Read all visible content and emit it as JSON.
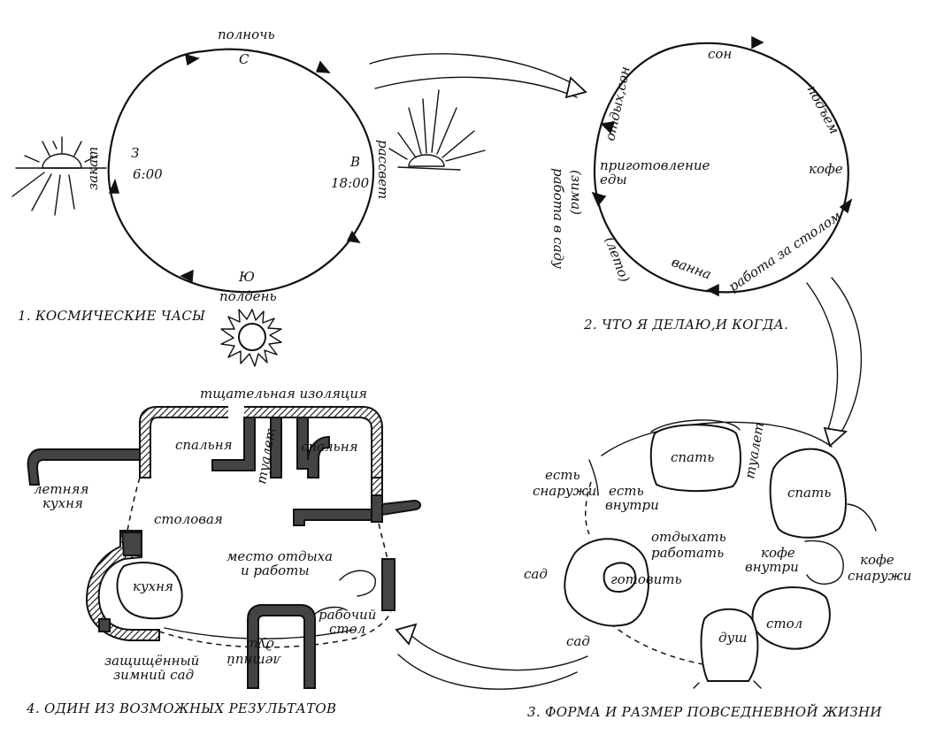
{
  "panel1": {
    "caption": "1. КОСМИЧЕСКИЕ ЧАСЫ",
    "midnight": "полночь",
    "north": "С",
    "sunset": "закат",
    "west": "З",
    "west_time": "6:00",
    "sunrise": "рассвет",
    "east": "В",
    "east_time": "18:00",
    "south": "Ю",
    "noon": "полдень"
  },
  "panel2": {
    "caption": "2. ЧТО Я ДЕЛАЮ,И КОГДА.",
    "sleep": "сон",
    "rest_sleep": "отдых,сон",
    "wake": "подъем",
    "cooking_l1": "приготовление",
    "cooking_l2": "еды",
    "coffee": "кофе",
    "winter": "(зима)",
    "garden_work": "работа в саду",
    "desk_work": "работа за столом",
    "summer": "(лето)",
    "bath": "ванна"
  },
  "panel3": {
    "caption": "3. ФОРМА И РАЗМЕР ПОВСЕДНЕВНОЙ ЖИЗНИ",
    "sleep_a": "спать",
    "toilet": "туалет",
    "sleep_b": "спать",
    "eat_out_l1": "есть",
    "eat_out_l2": "снаружи",
    "eat_in_l1": "есть",
    "eat_in_l2": "внутри",
    "rest_l1": "отдыхать",
    "rest_l2": "работать",
    "garden_a": "сад",
    "cook": "готовить",
    "coffee_in_l1": "кофе",
    "coffee_in_l2": "внутри",
    "coffee_out_l1": "кофе",
    "coffee_out_l2": "снаружи",
    "table": "стол",
    "shower": "душ",
    "garden_b": "сад"
  },
  "panel4": {
    "caption": "4. ОДИН ИЗ ВОЗМОЖНЫХ РЕЗУЛЬТАТОВ",
    "insulation": "тщательная изоляция",
    "bedroom_a": "спальня",
    "toilet": "туалет",
    "bedroom_b": "спальня",
    "summer_kitchen_l1": "летняя",
    "summer_kitchen_l2": "кухня",
    "dining": "столовая",
    "living_l1": "место отдыха",
    "living_l2": "и работы",
    "kitchen": "кухня",
    "desk_l1": "рабочий",
    "desk_l2": "стол",
    "summer_shower_l1": "летний",
    "summer_shower_l2": "душ",
    "winter_garden_l1": "защищённый",
    "winter_garden_l2": "зимний сад"
  }
}
